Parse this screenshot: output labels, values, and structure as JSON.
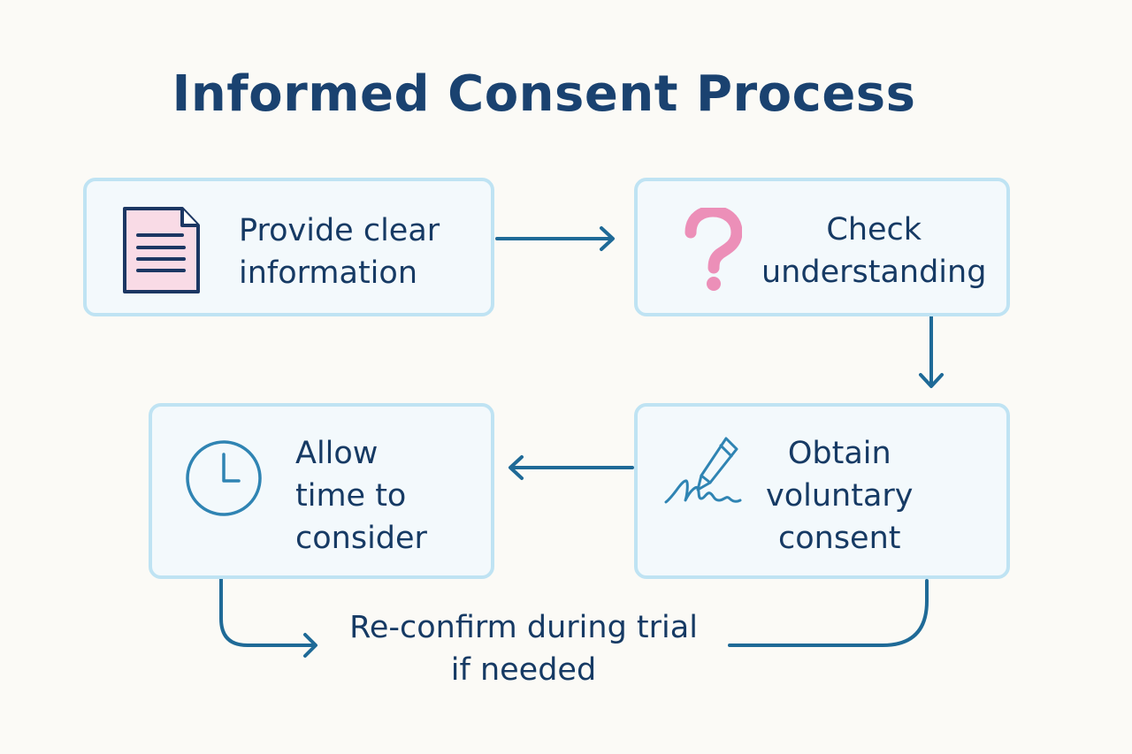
{
  "title": "Informed Consent Process",
  "steps": [
    {
      "id": "provide",
      "label": "Provide clear\ninformation",
      "icon": "document-icon"
    },
    {
      "id": "check",
      "label": "Check\nunderstanding",
      "icon": "question-mark-icon"
    },
    {
      "id": "obtain",
      "label": "Obtain\nvoluntary\nconsent",
      "icon": "pen-signature-icon"
    },
    {
      "id": "allow",
      "label": "Allow\ntime to\nconsider",
      "icon": "clock-icon"
    }
  ],
  "flow": [
    {
      "from": "provide",
      "to": "check"
    },
    {
      "from": "check",
      "to": "obtain"
    },
    {
      "from": "obtain",
      "to": "allow"
    },
    {
      "from": "allow",
      "to": "footer"
    },
    {
      "from": "obtain",
      "to": "footer"
    }
  ],
  "footer_note": "Re-confirm during trial\nif needed",
  "colors": {
    "background": "#fbfaf6",
    "box_fill": "#f3f9fc",
    "box_border": "#bfe3f3",
    "text": "#163a64",
    "arrow": "#1f6a97",
    "accent_pink": "#ec8fb8",
    "document_fill": "#f9dbe6"
  }
}
